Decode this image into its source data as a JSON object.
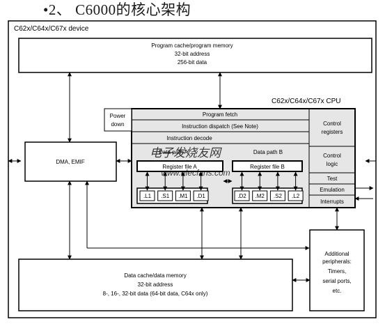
{
  "heading": "•2、 C6000的核心架构",
  "device_label": "C62x/C64x/C67x device",
  "program_memory": {
    "line1": "Program cache/program memory",
    "line2": "32-bit address",
    "line3": "256-bit data"
  },
  "cpu_label": "C62x/C64x/C67x CPU",
  "power_down": {
    "line1": "Power",
    "line2": "down"
  },
  "program_fetch": "Program fetch",
  "instruction_dispatch": "Instruction dispatch (See Note)",
  "instruction_decode": "Instruction decode",
  "data_path_a": "Data path A",
  "data_path_b": "Data path B",
  "register_file_a": "Register file A",
  "register_file_b": "Register file B",
  "units_a": [
    ".L1",
    ".S1",
    ".M1",
    ".D1"
  ],
  "units_b": [
    ".D2",
    ".M2",
    ".S2",
    ".L2"
  ],
  "control_registers": {
    "line1": "Control",
    "line2": "registers"
  },
  "control_logic": {
    "line1": "Control",
    "line2": "logic"
  },
  "test": "Test",
  "emulation": "Emulation",
  "interrupts": "Interrupts",
  "dma_emif": "DMA, EMIF",
  "data_memory": {
    "line1": "Data cache/data memory",
    "line2": "32-bit address",
    "line3": "8-, 16-, 32-bit data (64-bit data, C64x only)"
  },
  "peripherals": {
    "line1": "Additional",
    "line2": "peripherals:",
    "line3": "Timers,",
    "line4": "serial ports,",
    "line5": "etc."
  },
  "watermark_cn": "电子发烧友网",
  "watermark_url": "www.elecfans.com",
  "side_glyph": "",
  "colors": {
    "line": "#000000",
    "shade": "#e6e6e6",
    "watermark": "#555555"
  }
}
